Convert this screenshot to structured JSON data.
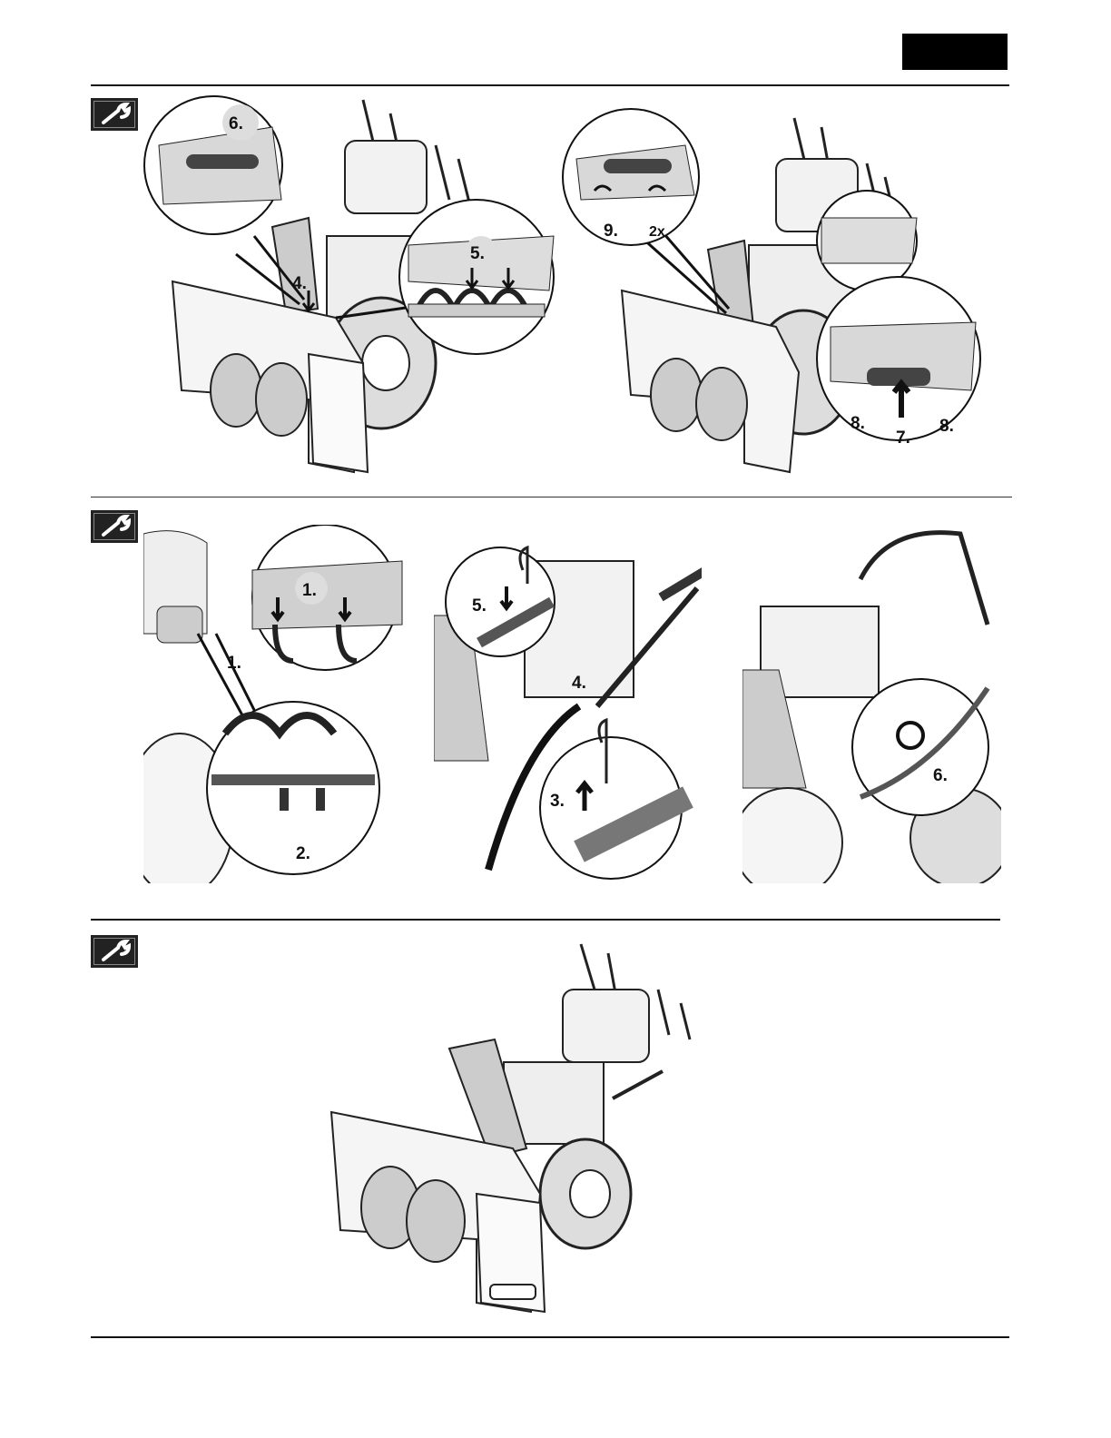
{
  "header": {
    "tab_color": "#000000"
  },
  "icons": {
    "section_icon": "wrench-icon"
  },
  "section1": {
    "left": {
      "step_6": "6.",
      "step_4": "4.",
      "step_5": "5."
    },
    "right": {
      "step_9": "9.",
      "count": "2x",
      "step_8a": "8.",
      "step_7": "7.",
      "step_8b": "8."
    }
  },
  "section2": {
    "left": {
      "step_1a": "1.",
      "step_1b": "1.",
      "step_2": "2."
    },
    "middle": {
      "step_5": "5.",
      "step_4": "4.",
      "step_3": "3."
    },
    "right": {
      "step_6": "6."
    }
  }
}
